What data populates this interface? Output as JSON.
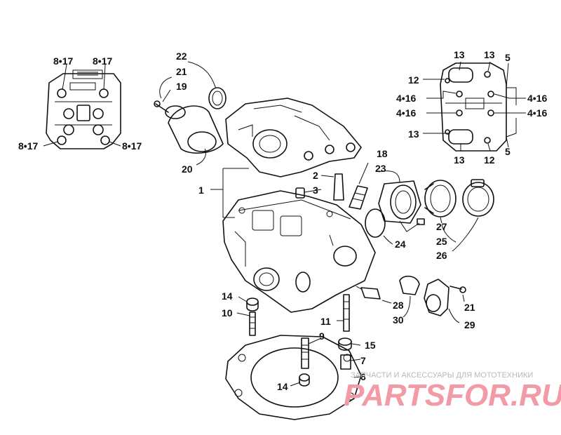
{
  "labels": {
    "l1": "1",
    "l2": "2",
    "l3": "3",
    "l5a": "5",
    "l5b": "5",
    "l6": "6",
    "l7": "7",
    "l9": "9",
    "l10": "10",
    "l11": "11",
    "l12a": "12",
    "l12b": "12",
    "l13a": "13",
    "l13b": "13",
    "l13c": "13",
    "l13d": "13",
    "l14a": "14",
    "l14b": "14",
    "l15": "15",
    "l18": "18",
    "l19": "19",
    "l20": "20",
    "l21a": "21",
    "l21b": "21",
    "l22": "22",
    "l23": "23",
    "l24": "24",
    "l25": "25",
    "l26": "26",
    "l27": "27",
    "l28": "28",
    "l29": "29",
    "l30": "30",
    "l416a": "4•16",
    "l416b": "4•16",
    "l416c": "4•16",
    "l416d": "4•16",
    "l817a": "8•17",
    "l817b": "8•17",
    "l817c": "8•17",
    "l817d": "8•17"
  },
  "watermark": {
    "tagline": "ЗАПЧАСТИ И АКСЕССУАРЫ ДЛЯ МОТОТЕХНИКИ",
    "brand": "PARTSFOR.RU",
    "brand_color": "#f29aa6"
  }
}
